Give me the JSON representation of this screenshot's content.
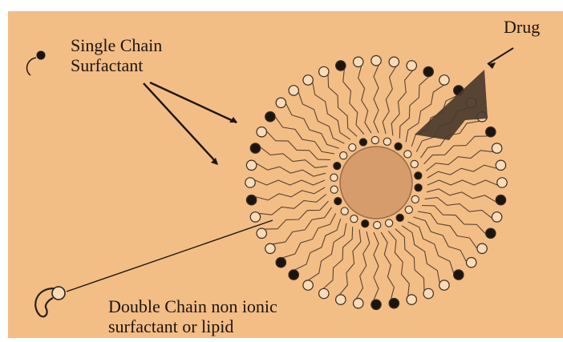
{
  "labels": {
    "single_chain": [
      "Single Chain",
      "Surfactant"
    ],
    "drug": "Drug",
    "double_chain": [
      "Double Chain non ionic",
      "surfactant or lipid"
    ]
  },
  "colors": {
    "background": "#f3bd86",
    "core": "#d79c6b",
    "ink": "#1c150f",
    "drug": "#4a3a2d",
    "open_head": "#f8dcb8"
  }
}
